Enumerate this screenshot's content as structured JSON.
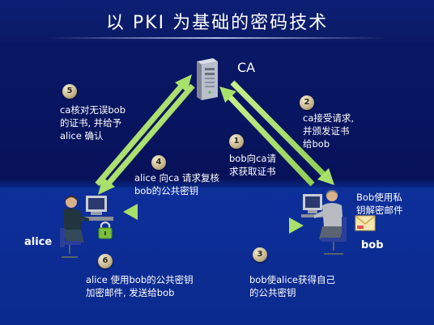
{
  "title": "以 PKI 为基础的密码技术",
  "nodes": {
    "ca": "CA",
    "alice": "alice",
    "bob": "bob",
    "bob_note": [
      "Bob使用私",
      "钥解密邮件"
    ]
  },
  "steps": [
    {
      "num": "1",
      "lines": [
        "bob向ca请",
        "求获取证书"
      ]
    },
    {
      "num": "2",
      "lines": [
        "ca接受请求,",
        "并颁发证书",
        "给bob"
      ]
    },
    {
      "num": "3",
      "lines": [
        "bob使alice获得自己",
        "的公共密钥"
      ]
    },
    {
      "num": "4",
      "lines": [
        "alice 向ca 请求复核",
        "bob的公共密钥"
      ]
    },
    {
      "num": "5",
      "lines": [
        "ca核对无误bob",
        "的证书, 并给予",
        "alice 确认"
      ]
    },
    {
      "num": "6",
      "lines": [
        "alice 使用bob的公共密钥",
        "加密邮件, 发送给bob"
      ]
    }
  ],
  "colors": {
    "background": "#0a1a6a",
    "arrow": "#a9e06a",
    "badge": "#c8b98f"
  },
  "icons": [
    "server-icon",
    "person-at-computer-icon",
    "padlock-icon",
    "envelope-icon"
  ]
}
